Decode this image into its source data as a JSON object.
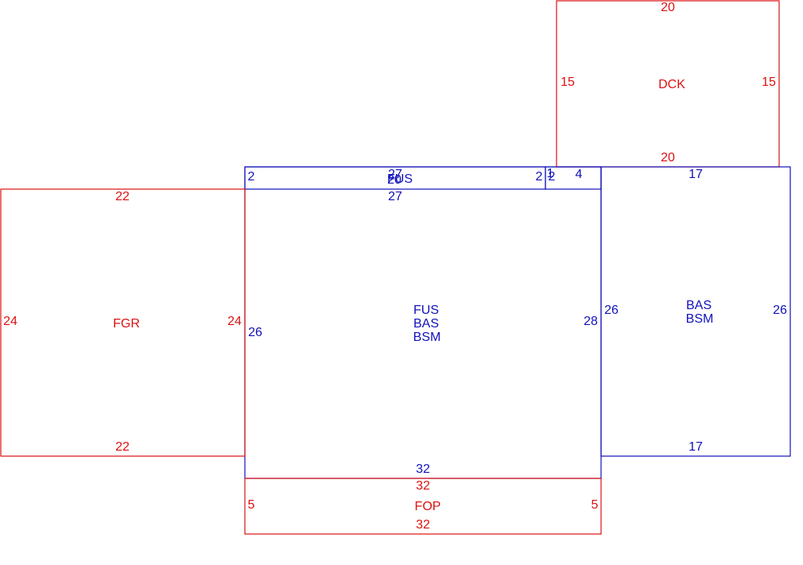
{
  "colors": {
    "red": "#dd1111",
    "blue": "#1111bb"
  },
  "areas": {
    "dck": {
      "code": "DCK",
      "top": "20",
      "bottom": "20",
      "left": "15",
      "right": "15"
    },
    "fgr": {
      "code": "FGR",
      "top": "22",
      "bottom": "22",
      "left": "24",
      "right": "24"
    },
    "fop": {
      "code": "FOP",
      "top": "32",
      "bottom": "32",
      "left": "5",
      "right": "5"
    },
    "fus_strip": {
      "code": "FUS",
      "code_overlap": "20",
      "top": "27",
      "bottom": "27",
      "left": "2",
      "right": "2"
    },
    "small_connector": {
      "left": "1",
      "right": "2",
      "width": "4"
    },
    "main": {
      "codes": [
        "FUS",
        "BAS",
        "BSM"
      ],
      "bottom": "32",
      "left": "26",
      "right": "28"
    },
    "bas_block": {
      "codes": [
        "BAS",
        "BSM"
      ],
      "top": "17",
      "bottom": "17",
      "left": "26",
      "right": "26"
    }
  }
}
